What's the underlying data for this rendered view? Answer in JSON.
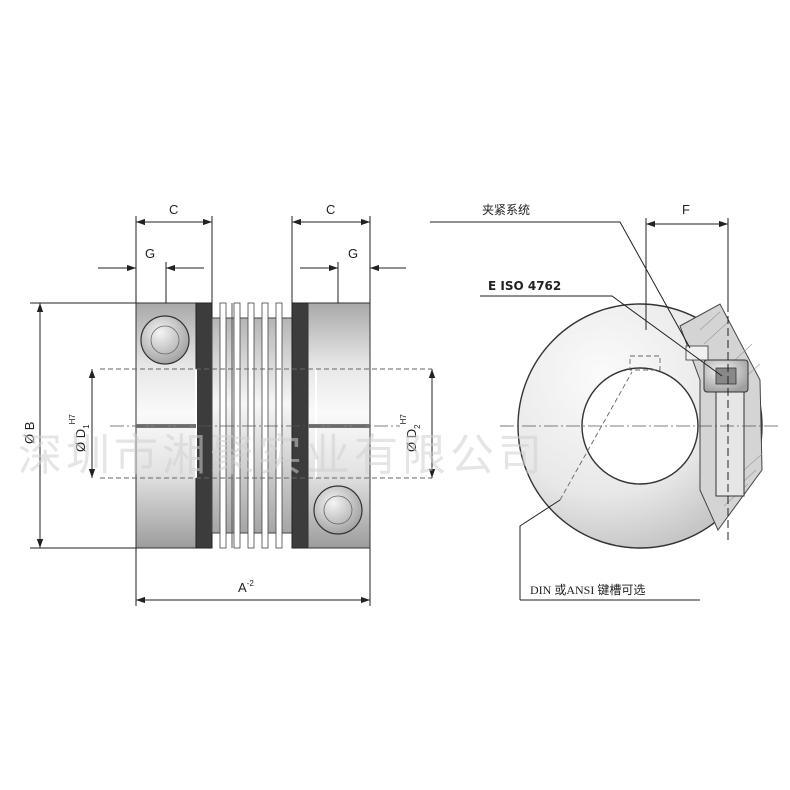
{
  "dimensions": {
    "c_left": "C",
    "c_right": "C",
    "g_left": "G",
    "g_right": "G",
    "f": "F",
    "a": "A",
    "a_tol": "-2",
    "b": "Ø B",
    "d1": "Ø D",
    "d1_sub": "1",
    "d1_sup": "H7",
    "d2": "Ø D",
    "d2_sub": "2",
    "d2_sup": "H7"
  },
  "callouts": {
    "clamp_system": "夹紧系统",
    "screw_standard": "E ISO 4762",
    "keyway": "DIN 或ANSI 键槽可选"
  },
  "watermark": "深圳市湘聚实业有限公司",
  "colors": {
    "line": "#222222",
    "metal_light": "#f2f2f2",
    "metal_dark": "#9a9a9a",
    "ring_dark": "#3a3a3a"
  }
}
